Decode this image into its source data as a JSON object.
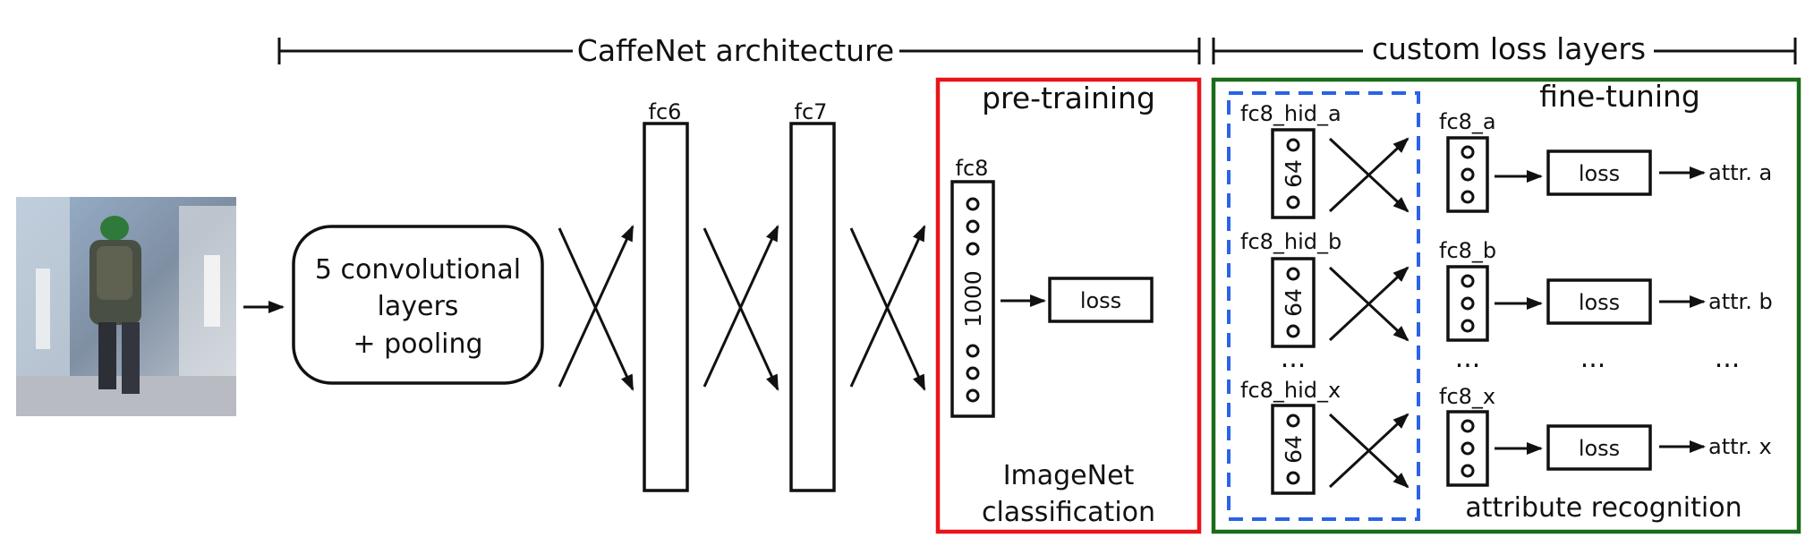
{
  "header": {
    "caffenet_label": "CaffeNet architecture",
    "custom_label": "custom loss layers"
  },
  "conv": {
    "line1": "5 convolutional",
    "line2": "layers",
    "line3": "+ pooling"
  },
  "layers": {
    "fc6": "fc6",
    "fc7": "fc7",
    "fc8": "fc8",
    "fc8_size": "1000"
  },
  "pretraining": {
    "title": "pre-training",
    "loss": "loss",
    "caption_line1": "ImageNet",
    "caption_line2": "classification",
    "border_color": "#e8141b"
  },
  "finetuning": {
    "title": "fine-tuning",
    "caption": "attribute recognition",
    "border_color": "#1a6b1a",
    "hidden_group_color": "#2a63e6",
    "rows": [
      {
        "hid": "fc8_hid_a",
        "hid_size": "64",
        "out": "fc8_a",
        "loss": "loss",
        "attr": "attr. a"
      },
      {
        "hid": "fc8_hid_b",
        "hid_size": "64",
        "out": "fc8_b",
        "loss": "loss",
        "attr": "attr. b"
      },
      {
        "hid": "fc8_hid_x",
        "hid_size": "64",
        "out": "fc8_x",
        "loss": "loss",
        "attr": "attr. x"
      }
    ],
    "ellipsis": "..."
  },
  "icons": {
    "input_image": "pedestrian-photo-image"
  }
}
